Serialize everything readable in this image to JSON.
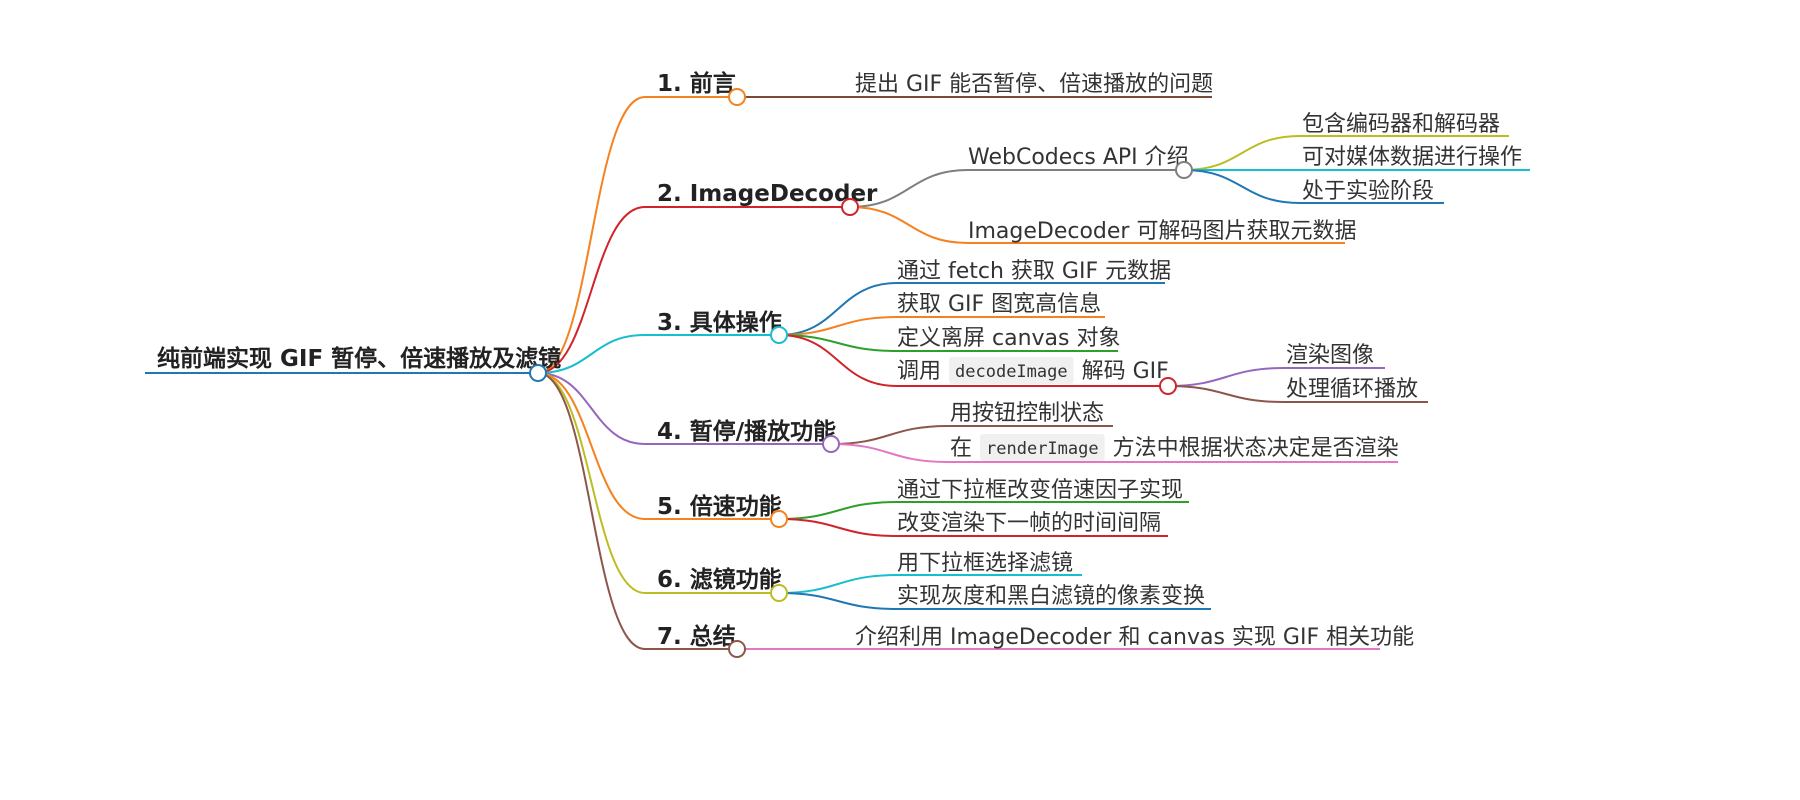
{
  "root": {
    "label": "纯前端实现 GIF 暂停、倍速播放及滤镜"
  },
  "branches": [
    {
      "label": "1. 前言",
      "color": "#f58220",
      "children": [
        {
          "label": "提出 GIF 能否暂停、倍速播放的问题",
          "color": "#7b4a3a"
        }
      ]
    },
    {
      "label": "2. ImageDecoder",
      "color": "#d1232a",
      "children": [
        {
          "label": "WebCodecs API 介绍",
          "color": "#7f7f7f",
          "children": [
            {
              "label": "包含编码器和解码器",
              "color": "#bcbd22"
            },
            {
              "label": "可对媒体数据进行操作",
              "color": "#17becf"
            },
            {
              "label": "处于实验阶段",
              "color": "#1f77b4"
            }
          ]
        },
        {
          "label": "ImageDecoder 可解码图片获取元数据",
          "color": "#f58220"
        }
      ]
    },
    {
      "label": "3. 具体操作",
      "color": "#17becf",
      "children": [
        {
          "label": "通过 fetch 获取 GIF 元数据",
          "color": "#1f77b4"
        },
        {
          "label": "获取 GIF 图宽高信息",
          "color": "#f58220"
        },
        {
          "label": "定义离屏 canvas 对象",
          "color": "#2ca02c"
        },
        {
          "pre": "调用",
          "code": "decodeImage",
          "post": "解码 GIF",
          "color": "#d1232a",
          "children": [
            {
              "label": "渲染图像",
              "color": "#9467bd"
            },
            {
              "label": "处理循环播放",
              "color": "#8c564b"
            }
          ]
        }
      ]
    },
    {
      "label": "4. 暂停/播放功能",
      "color": "#9467bd",
      "children": [
        {
          "label": "用按钮控制状态",
          "color": "#8c564b"
        },
        {
          "pre": "在",
          "code": "renderImage",
          "post": "方法中根据状态决定是否渲染",
          "color": "#e377c2"
        }
      ]
    },
    {
      "label": "5. 倍速功能",
      "color": "#f58220",
      "children": [
        {
          "label": "通过下拉框改变倍速因子实现",
          "color": "#2ca02c"
        },
        {
          "label": "改变渲染下一帧的时间间隔",
          "color": "#d1232a"
        }
      ]
    },
    {
      "label": "6. 滤镜功能",
      "color": "#bcbd22",
      "children": [
        {
          "label": "用下拉框选择滤镜",
          "color": "#17becf"
        },
        {
          "label": "实现灰度和黑白滤镜的像素变换",
          "color": "#1f77b4"
        }
      ]
    },
    {
      "label": "7. 总结",
      "color": "#8c564b",
      "children": [
        {
          "label": "介绍利用 ImageDecoder 和 canvas 实现 GIF 相关功能",
          "color": "#e377c2"
        }
      ]
    }
  ],
  "colors": {
    "root_line": "#1f77b4",
    "root_node": "#1f77b4"
  }
}
